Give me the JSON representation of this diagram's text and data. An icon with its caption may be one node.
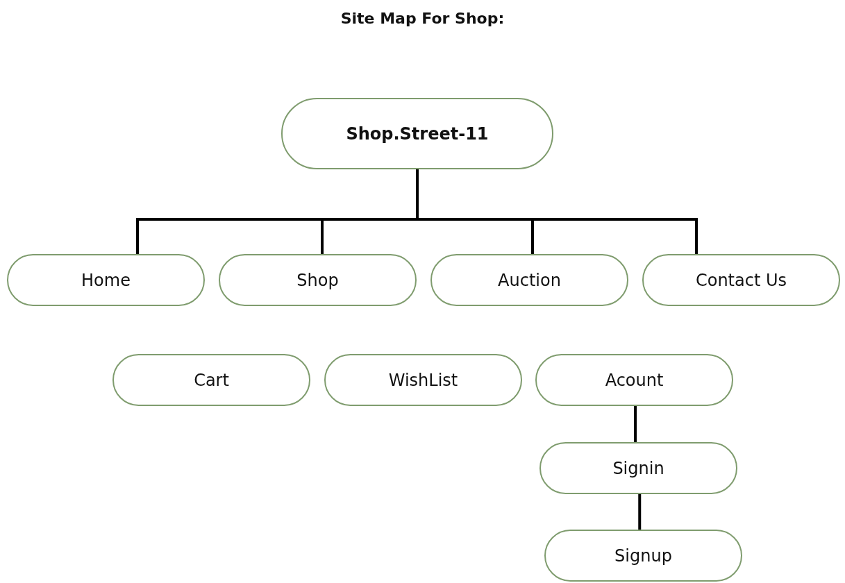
{
  "diagram": {
    "title": "Site Map For Shop:",
    "nodes": [
      {
        "text": [
          "Shop.Street-11"
        ]
      },
      {
        "text": [
          "Home"
        ]
      },
      {
        "text": [
          "Shop"
        ]
      },
      {
        "text": [
          "Auction"
        ]
      },
      {
        "text": [
          "Contact Us"
        ]
      },
      {
        "text": [
          "Cart"
        ]
      },
      {
        "text": [
          "WishList"
        ]
      },
      {
        "text": [
          "Acount"
        ]
      },
      {
        "text": [
          "Signin"
        ]
      },
      {
        "text": [
          "Signup"
        ]
      }
    ],
    "edges": [
      {
        "from": 0,
        "to": 1,
        "arrow": "none"
      },
      {
        "from": 0,
        "to": 2,
        "arrow": "none"
      },
      {
        "from": 0,
        "to": 3,
        "arrow": "none"
      },
      {
        "from": 0,
        "to": 4,
        "arrow": "none"
      },
      {
        "from": 7,
        "to": 8,
        "arrow": "none"
      },
      {
        "from": 8,
        "to": 9,
        "arrow": "none"
      }
    ]
  }
}
